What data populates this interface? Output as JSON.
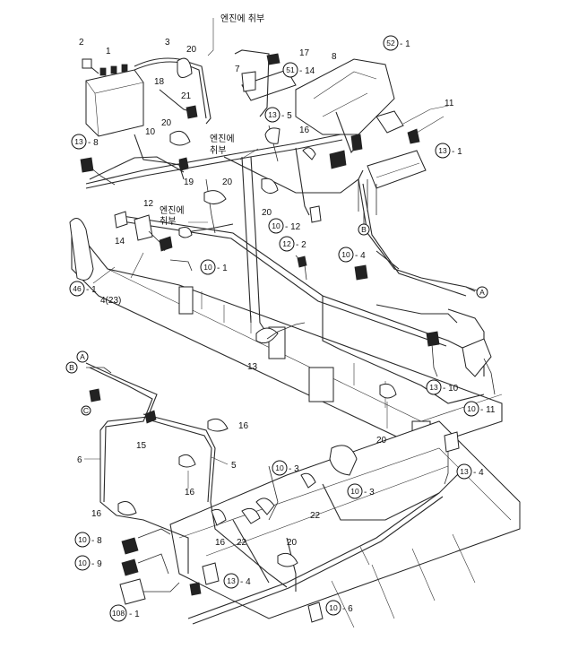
{
  "labels": {
    "l2": "2",
    "l1": "1",
    "l3": "3",
    "l20a": "20",
    "l21": "21",
    "l18": "18",
    "l20b": "20",
    "l10": "10",
    "l19": "19",
    "l13_8_tail": "- 8",
    "l7": "7",
    "l17": "17",
    "l51_14_tail": "- 14",
    "l13_5_tail": "- 5",
    "l16a": "16",
    "l8": "8",
    "l52_1_tail": "- 1",
    "l11": "11",
    "l13_1_tail": "- 1",
    "l20c": "20",
    "l12": "12",
    "l14": "14",
    "l20d": "20",
    "l10_12_tail": "- 12",
    "l12_2_tail": "- 2",
    "l10_4_tail": "- 4",
    "l10_1_tail": "- 1",
    "l4_23": "4(23)",
    "l46_1_tail": "- 1",
    "l13": "13",
    "l13_10_tail": "- 10",
    "l10_11_tail": "- 11",
    "l20e": "20",
    "l16b": "16",
    "l15": "15",
    "l6": "6",
    "l5": "5",
    "l16c": "16",
    "l10_3a_tail": "- 3",
    "l10_3b_tail": "- 3",
    "l13_4a_tail": "- 4",
    "l22a": "22",
    "l16d": "16",
    "l22b": "22",
    "l16e": "16",
    "l20f": "20",
    "l10_8_tail": "- 8",
    "l10_9_tail": "- 9",
    "l13_4b_tail": "- 4",
    "l10_6_tail": "- 6",
    "l108_1_tail": "- 1"
  },
  "circles": {
    "c13_8": "13",
    "c51": "51",
    "c13_5": "13",
    "c52": "52",
    "c13_1": "13",
    "c10_12": "10",
    "c12_2": "12",
    "c10_4": "10",
    "c10_1": "10",
    "c46": "46",
    "c13_10": "13",
    "c10_11": "10",
    "c10_3a": "10",
    "c10_3b": "10",
    "c13_4a": "13",
    "c10_8": "10",
    "c10_9": "10",
    "c13_4b": "13",
    "c10_6": "10",
    "c108": "108",
    "cA1": "A",
    "cB1": "B",
    "cA2": "A",
    "cB2": "B",
    "cC": "C"
  },
  "korean": {
    "engine_mount_top": "엔진에 취부",
    "engine_mount_mid_1": "엔진에",
    "engine_mount_mid_2": "취부",
    "engine_mount_left_1": "엔진에",
    "engine_mount_left_2": "취부"
  }
}
